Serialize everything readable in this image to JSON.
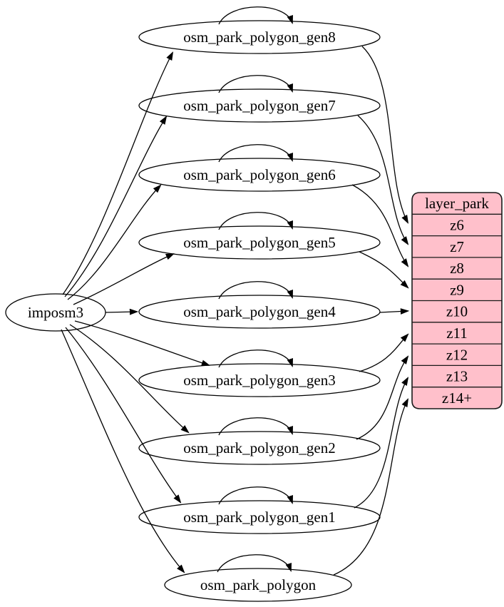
{
  "diagram": {
    "kind": "etl-graph",
    "source_node": {
      "id": "imposm3",
      "label": "imposm3"
    },
    "tables": [
      {
        "id": "osm_park_polygon_gen8",
        "label": "osm_park_polygon_gen8"
      },
      {
        "id": "osm_park_polygon_gen7",
        "label": "osm_park_polygon_gen7"
      },
      {
        "id": "osm_park_polygon_gen6",
        "label": "osm_park_polygon_gen6"
      },
      {
        "id": "osm_park_polygon_gen5",
        "label": "osm_park_polygon_gen5"
      },
      {
        "id": "osm_park_polygon_gen4",
        "label": "osm_park_polygon_gen4"
      },
      {
        "id": "osm_park_polygon_gen3",
        "label": "osm_park_polygon_gen3"
      },
      {
        "id": "osm_park_polygon_gen2",
        "label": "osm_park_polygon_gen2"
      },
      {
        "id": "osm_park_polygon_gen1",
        "label": "osm_park_polygon_gen1"
      },
      {
        "id": "osm_park_polygon",
        "label": "osm_park_polygon"
      }
    ],
    "layer_table": {
      "id": "layer_park",
      "title": "layer_park",
      "rows": [
        "z6",
        "z7",
        "z8",
        "z9",
        "z10",
        "z11",
        "z12",
        "z13",
        "z14+"
      ],
      "fill_color": "#ffc0cb",
      "border_color": "#1a1a1a",
      "text_color": "#000000"
    },
    "edges": {
      "from_source": [
        "osm_park_polygon_gen8",
        "osm_park_polygon_gen7",
        "osm_park_polygon_gen6",
        "osm_park_polygon_gen5",
        "osm_park_polygon_gen4",
        "osm_park_polygon_gen3",
        "osm_park_polygon_gen2",
        "osm_park_polygon_gen1",
        "osm_park_polygon"
      ],
      "self_loops": [
        "osm_park_polygon_gen8",
        "osm_park_polygon_gen7",
        "osm_park_polygon_gen6",
        "osm_park_polygon_gen5",
        "osm_park_polygon_gen4",
        "osm_park_polygon_gen3",
        "osm_park_polygon_gen2",
        "osm_park_polygon_gen1",
        "osm_park_polygon"
      ],
      "to_layer": [
        {
          "from": "osm_park_polygon_gen8",
          "to_row": "z6"
        },
        {
          "from": "osm_park_polygon_gen7",
          "to_row": "z7"
        },
        {
          "from": "osm_park_polygon_gen6",
          "to_row": "z8"
        },
        {
          "from": "osm_park_polygon_gen5",
          "to_row": "z9"
        },
        {
          "from": "osm_park_polygon_gen4",
          "to_row": "z10"
        },
        {
          "from": "osm_park_polygon_gen3",
          "to_row": "z11"
        },
        {
          "from": "osm_park_polygon_gen2",
          "to_row": "z12"
        },
        {
          "from": "osm_park_polygon_gen1",
          "to_row": "z13"
        },
        {
          "from": "osm_park_polygon",
          "to_row": "z14+"
        }
      ]
    },
    "edge_color": "#000000",
    "node_fill": "#ffffff",
    "node_stroke": "#000000"
  }
}
